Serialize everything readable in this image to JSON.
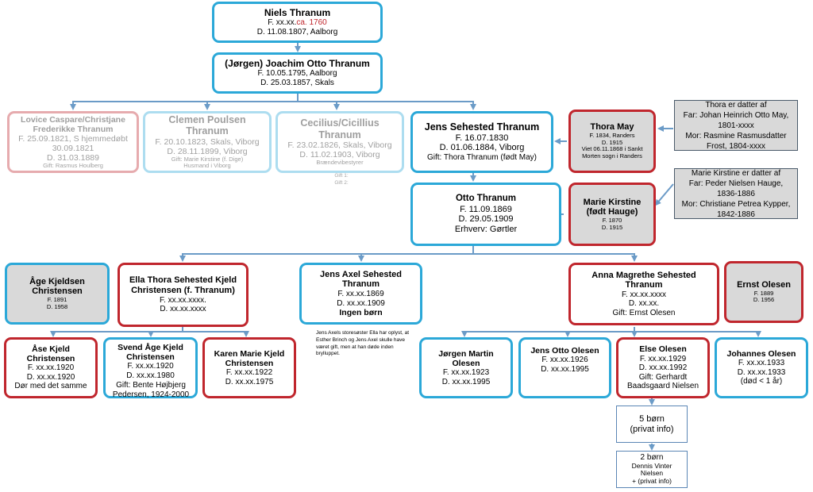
{
  "gen1": {
    "niels": {
      "name": "Niels Thranum",
      "born_prefix": "F. xx.xx.",
      "born_suffix": "ca. 1760",
      "died": "D. 11.08.1807, Aalborg"
    }
  },
  "gen2": {
    "joachim": {
      "name": "(Jørgen) Joachim  Otto Thranum",
      "born": "F. 10.05.1795, Aalborg",
      "died": "D. 25.03.1857, Skals"
    }
  },
  "gen3": {
    "lovice": {
      "name": "Lovice Caspare/Christjane Frederikke Thranum",
      "born": "F. 25.09.1821, S hjemmedøbt 30.09.1821",
      "died": "D. 31.03.1889",
      "extra": "Gift: Rasmus Houlberg"
    },
    "clemen": {
      "name": "Clemen Poulsen Thranum",
      "born": "F. 20.10.1823, Skals, Viborg",
      "died": "D. 28.11.1899, Viborg",
      "extra": "Gift: Marie Kirstine (f. Dige)",
      "extra2": "Husmand i Viborg"
    },
    "cecilius": {
      "name": "Cecilius/Cicillius Thranum",
      "born": "F. 23.02.1826, Skals, Viborg",
      "died": "D. 11.02.1903, Viborg",
      "extra": "Brændevibestyrer",
      "extra2": "Gift 1:",
      "extra3": "Gift 2:"
    },
    "jens_sehested": {
      "name": "Jens Sehested Thranum",
      "born": "F. 16.07.1830",
      "died": "D. 01.06.1884, Viborg",
      "spouse": "Gift: Thora Thranum (født May)"
    },
    "thora": {
      "name": "Thora May",
      "born": "F. 1834, Randers",
      "died": "D. 1915",
      "extra": "Viet 06.11.1868 i Sankt Morten sogn i Randers"
    },
    "thora_note": {
      "l1": "Thora er datter af",
      "l2": "Far: Johan Heinrich Otto May, 1801-xxxx",
      "l3": "Mor: Rasmine Rasmusdatter Frost, 1804-xxxx"
    }
  },
  "gen4": {
    "otto": {
      "name": "Otto Thranum",
      "born": "F. 11.09.1869",
      "died": "D. 29.05.1909",
      "job": "Erhverv: Gørtler"
    },
    "marie": {
      "name": "Marie Kirstine (født Hauge)",
      "born": "F. 1870",
      "died": "D. 1915"
    },
    "marie_note": {
      "l1": "Marie Kirstine er datter af",
      "l2": "Far: Peder Nielsen Hauge, 1836-1886",
      "l3": "Mor: Christiane Petrea Kypper, 1842-1886"
    }
  },
  "gen5": {
    "aage": {
      "name": "Åge Kjeldsen Christensen",
      "born": "F. 1891",
      "died": "D. 1958"
    },
    "ella": {
      "name": "Ella Thora Sehested Kjeld Christensen (f. Thranum)",
      "born": "F. xx.xx.xxxx.",
      "died": "D. xx.xx.xxxx"
    },
    "jens_axel": {
      "name": "Jens Axel Sehested Thranum",
      "born": "F. xx.xx.1869",
      "died": "D. xx.xx.1909",
      "kids": "Ingen børn"
    },
    "jens_axel_note": "Jens Axels storesøster Ella har oplyst, at Esther Brinch og Jens Axel skulle have været gift, men at han døde inden brylluppet.",
    "anna": {
      "name": "Anna Magrethe Sehested Thranum",
      "born": "F. xx.xx.xxxx",
      "died": "D. xx.xx.",
      "spouse": "Gift: Ernst Olesen"
    },
    "ernst": {
      "name": "Ernst Olesen",
      "born": "F. 1889",
      "died": "D. 1956"
    }
  },
  "gen6": {
    "aase": {
      "name": "Åse Kjeld Christensen",
      "born": "F. xx.xx.1920",
      "died": "D. xx.xx.1920",
      "extra": "Dør med det samme"
    },
    "svend": {
      "name": "Svend Åge Kjeld Christensen",
      "born": "F. xx.xx.1920",
      "died": "D. xx.xx.1980",
      "spouse": "Gift: Bente Højbjerg Pedersen, 1924-2000"
    },
    "karen": {
      "name": "Karen Marie Kjeld Christensen",
      "born": "F. xx.xx.1922",
      "died": "D. xx.xx.1975"
    },
    "jorgen": {
      "name": "Jørgen Martin Olesen",
      "born": "F. xx.xx.1923",
      "died": "D. xx.xx.1995"
    },
    "jens_otto": {
      "name": "Jens Otto Olesen",
      "born": "F. xx.xx.1926",
      "died": "D. xx.xx.1995"
    },
    "else": {
      "name": "Else Olesen",
      "born": "F. xx.xx.1929",
      "died": "D. xx.xx.1992",
      "spouse": "Gift: Gerhardt Baadsgaard Nielsen"
    },
    "johannes": {
      "name": "Johannes Olesen",
      "born": "F. xx.xx.1933",
      "died": "D. xx.xx.1933",
      "extra": "(død < 1 år)"
    }
  },
  "gen7": {
    "five_kids": {
      "l1": "5 børn",
      "l2": "(privat info)"
    },
    "two_kids": {
      "l1": "2 børn",
      "l2": "Dennis Vinter Nielsen",
      "l3": "+ (privat info)"
    }
  },
  "colors": {
    "blue_border": "#2ba8d8",
    "red_border": "#c0262d",
    "line": "#6b9bc7",
    "grey_fill": "#d9d9d9"
  }
}
